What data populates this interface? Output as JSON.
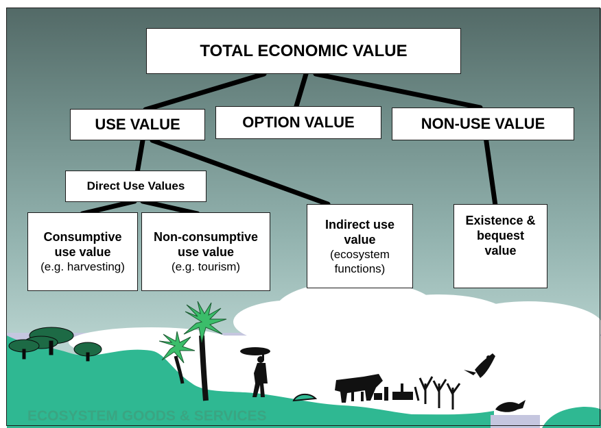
{
  "diagram": {
    "root": "TOTAL ECONOMIC VALUE",
    "use_value": "USE VALUE",
    "option_value": "OPTION VALUE",
    "non_use_value": "NON-USE VALUE",
    "direct_use_values": "Direct Use Values",
    "consumptive": {
      "title": "Consumptive use value",
      "example": "(e.g. harvesting)"
    },
    "non_consumptive": {
      "title": "Non-consumptive use value",
      "example": "(e.g. tourism)"
    },
    "indirect": {
      "title": "Indirect use value",
      "example": "(ecosystem functions)"
    },
    "existence": {
      "title": "Existence & bequest value"
    }
  },
  "footer": "ECOSYSTEM GOODS & SERVICES",
  "colors": {
    "ground": "#2fb892",
    "footer_text": "#3aa582",
    "silhouette": "#111111",
    "sky_top": "#536a67",
    "sky_bottom": "#c9dfdc"
  }
}
